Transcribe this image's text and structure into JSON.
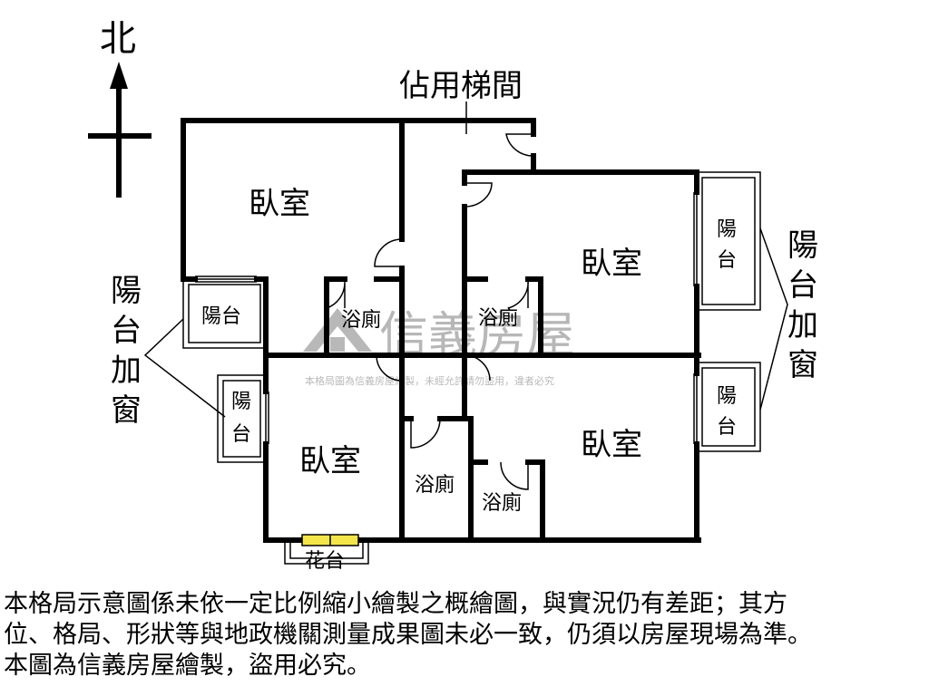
{
  "compass": {
    "north_label": "北"
  },
  "labels": {
    "stair_occupied": "佔用梯間",
    "bedroom_nw": "臥室",
    "bedroom_ne": "臥室",
    "bedroom_sw": "臥室",
    "bedroom_se": "臥室",
    "bath_1": "浴廁",
    "bath_2": "浴廁",
    "bath_3": "浴廁",
    "bath_4": "浴廁",
    "balcony_w_upper": "陽台",
    "balcony_w_lower_1": "陽",
    "balcony_w_lower_2": "台",
    "balcony_e_upper_1": "陽",
    "balcony_e_upper_2": "台",
    "balcony_e_lower_1": "陽",
    "balcony_e_lower_2": "台",
    "flower_bed": "花台",
    "left_callout": [
      "陽",
      "台",
      "加",
      "窗"
    ],
    "right_callout": [
      "陽",
      "台",
      "加",
      "窗"
    ]
  },
  "watermark": {
    "brand": "信義房屋",
    "notice": "本格局圖為信義房屋繪製，未經允許請勿盜用，違者必究"
  },
  "disclaimer": [
    "本格局示意圖係未依一定比例縮小繪製之概繪圖，與實況仍有差距；其方",
    "位、格局、形狀等與地政機關測量成果圖未必一致，仍須以房屋現場為準。",
    "本圖為信義房屋繪製，盜用必究。"
  ]
}
